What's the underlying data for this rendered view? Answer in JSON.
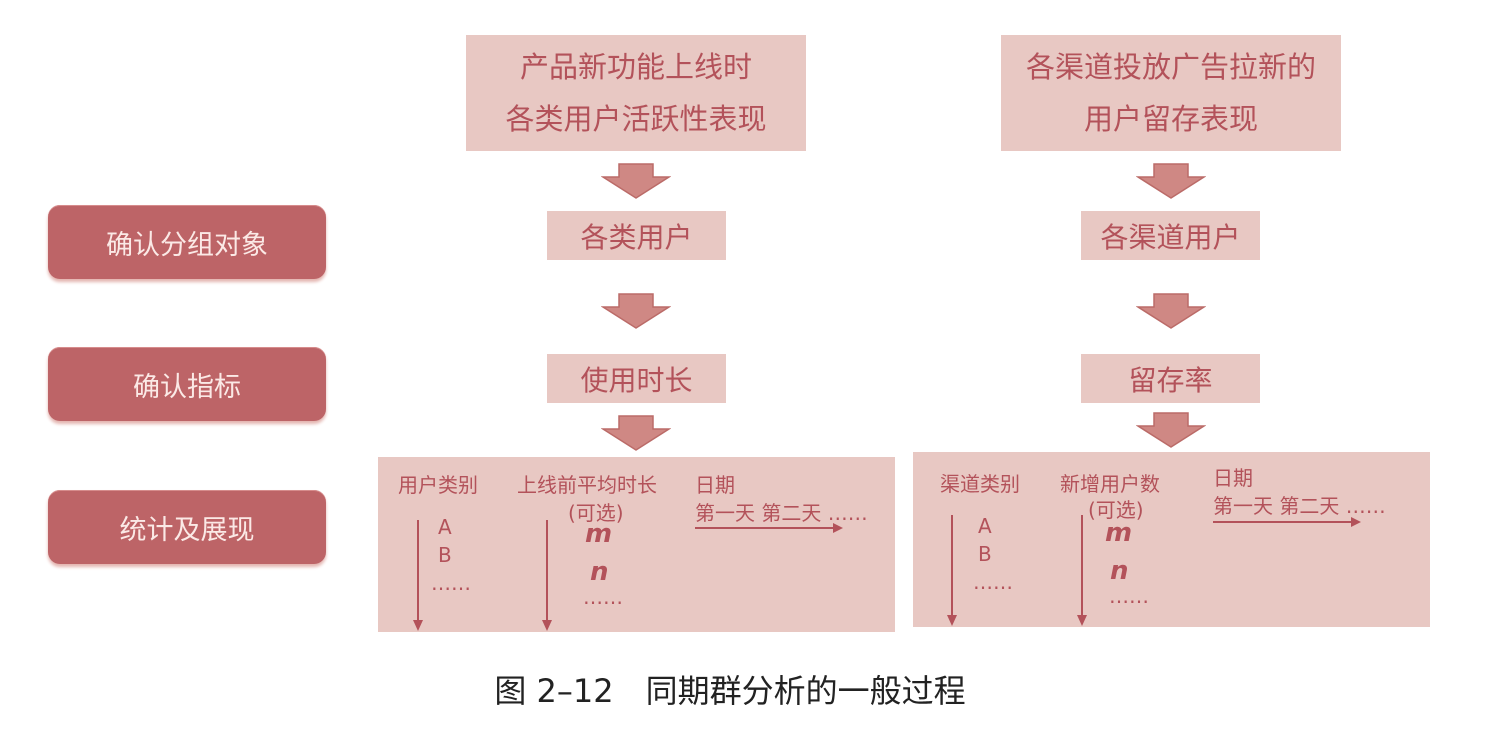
{
  "steps": [
    "确认分组对象",
    "确认指标",
    "统计及展现"
  ],
  "columns": [
    {
      "title_lines": [
        "产品新功能上线时",
        "各类用户活跃性表现"
      ],
      "group": "各类用户",
      "metric": "使用时长",
      "table": {
        "col1_header": "用户类别",
        "col2_header": "上线前平均时长",
        "col2_note": "(可选)",
        "col3_header": "日期",
        "days": "第一天 第二天 ……",
        "rows": [
          "A",
          "B",
          "……"
        ],
        "values": [
          "m",
          "n",
          "……"
        ]
      }
    },
    {
      "title_lines": [
        "各渠道投放广告拉新的",
        "用户留存表现"
      ],
      "group": "各渠道用户",
      "metric": "留存率",
      "table": {
        "col1_header": "渠道类别",
        "col2_header": "新增用户数",
        "col2_note": "(可选)",
        "col3_header": "日期",
        "days": "第一天 第二天 ……",
        "rows": [
          "A",
          "B",
          "……"
        ],
        "values": [
          "m",
          "n",
          "……"
        ]
      }
    }
  ],
  "caption": "图 2–12　同期群分析的一般过程",
  "colors": {
    "box": "#e8c8c3",
    "step": "#bd6467",
    "text": "#b3525a",
    "arrow": "#cf8884"
  }
}
